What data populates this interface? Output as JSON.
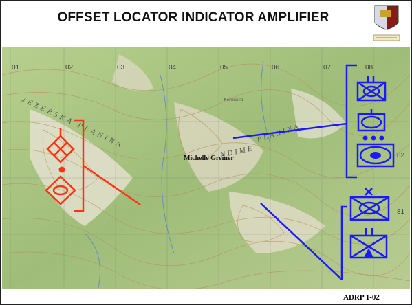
{
  "slide": {
    "title": "OFFSET LOCATOR INDICATOR AMPLIFIER",
    "map_name_label": "Michelle Greiner",
    "footer_reference": "ADRP 1-02",
    "logo_caption": "paratus et paxi"
  },
  "map": {
    "grid_column_labels": [
      "01",
      "02",
      "03",
      "04",
      "05",
      "06",
      "07",
      "08"
    ],
    "grid_row_labels": [
      "82",
      "81"
    ],
    "place_names": [
      "JEZERSKA PLANINA",
      "NDIME",
      "PLANINA",
      "Korbalica"
    ]
  },
  "colors": {
    "offset_locator_red": "#ff3311",
    "offset_locator_blue": "#1a1aff",
    "map_green": "#a9c47f",
    "map_ridge": "#d9d5c4",
    "contour_brown": "#b58a5a"
  },
  "symbols": {
    "red_group": [
      "infantry-diamond",
      "echelon-dot",
      "recon-diamond"
    ],
    "blue_group_upper": [
      "infantry-team",
      "recon-box",
      "armor-platoon"
    ],
    "blue_group_lower": [
      "infantry-company",
      "airborne-battalion"
    ]
  }
}
